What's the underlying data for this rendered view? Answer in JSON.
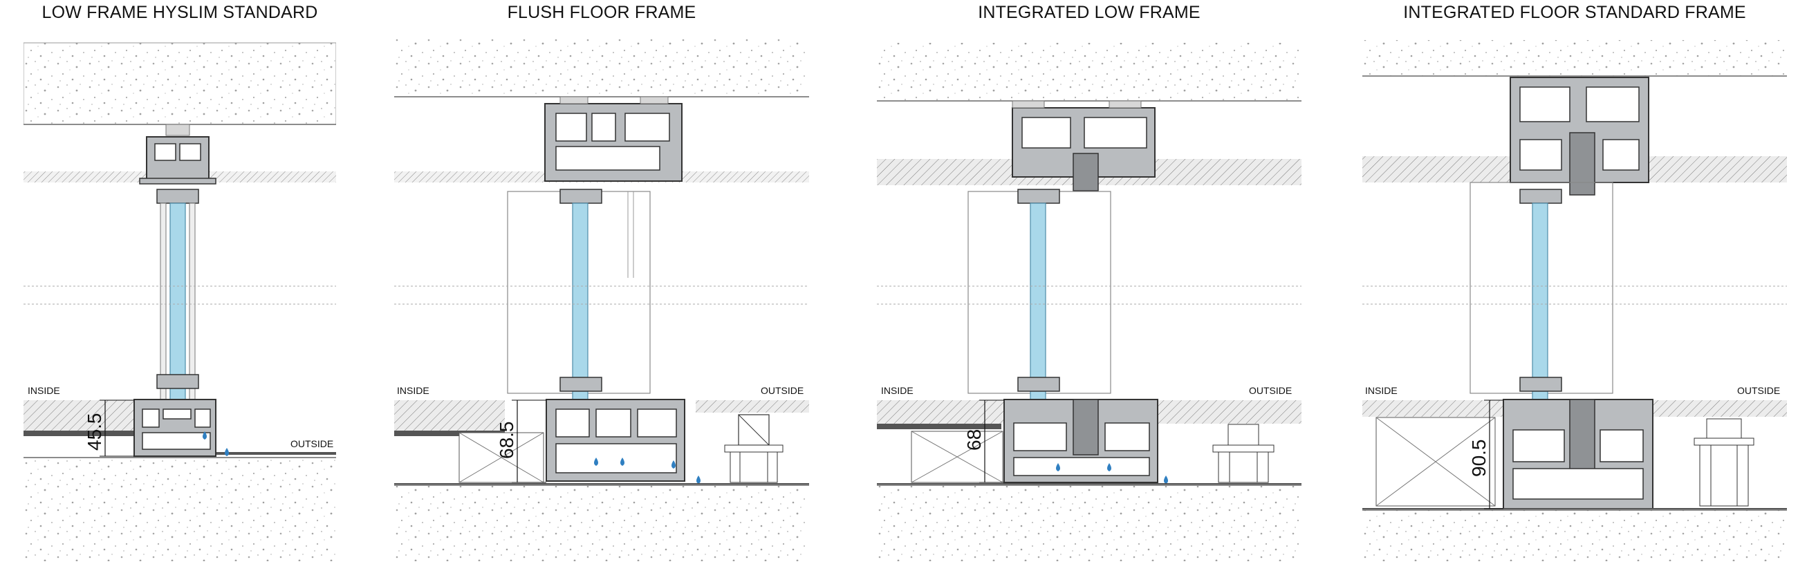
{
  "panels": [
    {
      "title": "LOW FRAME HYSLIM STANDARD",
      "inside": "INSIDE",
      "outside": "OUTSIDE",
      "dimension": "45.5"
    },
    {
      "title": "FLUSH FLOOR FRAME",
      "inside": "INSIDE",
      "outside": "OUTSIDE",
      "dimension": "68.5"
    },
    {
      "title": "INTEGRATED LOW FRAME",
      "inside": "INSIDE",
      "outside": "OUTSIDE",
      "dimension": "68"
    },
    {
      "title": "INTEGRATED FLOOR STANDARD FRAME",
      "inside": "INSIDE",
      "outside": "OUTSIDE",
      "dimension": "90.5"
    }
  ],
  "colors": {
    "glass": "#a9d8ea",
    "profile": "#b9bcbf",
    "profile_stroke": "#333333",
    "drain": "#2f7fc1"
  },
  "icons": [
    "water-drop-icon"
  ]
}
